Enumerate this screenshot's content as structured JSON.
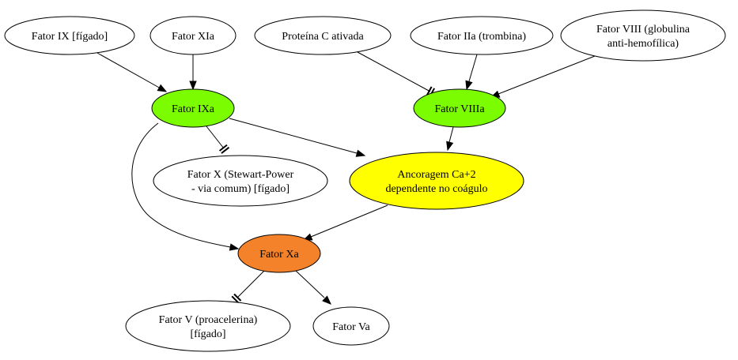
{
  "nodes": {
    "fator_ix": {
      "lines": [
        "Fator IX [fígado]"
      ],
      "fill": "#ffffff"
    },
    "fator_xia": {
      "lines": [
        "Fator XIa"
      ],
      "fill": "#ffffff"
    },
    "proteina_c": {
      "lines": [
        "Proteína C ativada"
      ],
      "fill": "#ffffff"
    },
    "fator_iia": {
      "lines": [
        "Fator IIa (trombina)"
      ],
      "fill": "#ffffff"
    },
    "fator_viii": {
      "lines": [
        "Fator VIII (globulina",
        "anti-hemofílica)"
      ],
      "fill": "#ffffff"
    },
    "fator_ixa": {
      "lines": [
        "Fator IXa"
      ],
      "fill": "#7cfc00"
    },
    "fator_viiia": {
      "lines": [
        "Fator VIIIa"
      ],
      "fill": "#7cfc00"
    },
    "fator_x": {
      "lines": [
        "Fator X (Stewart-Power",
        "- via comum) [fígado]"
      ],
      "fill": "#ffffff"
    },
    "ancoragem": {
      "lines": [
        "Ancoragem Ca+2",
        "dependente no coágulo"
      ],
      "fill": "#ffff00"
    },
    "fator_xa": {
      "lines": [
        "Fator Xa"
      ],
      "fill": "#f4822a"
    },
    "fator_v": {
      "lines": [
        "Fator V (proacelerina)",
        "[fígado]"
      ],
      "fill": "#ffffff"
    },
    "fator_va": {
      "lines": [
        "Fator Va"
      ],
      "fill": "#ffffff"
    }
  },
  "edges": [
    {
      "from": "fator_ix",
      "to": "fator_ixa",
      "type": "activates"
    },
    {
      "from": "fator_xia",
      "to": "fator_ixa",
      "type": "activates"
    },
    {
      "from": "proteina_c",
      "to": "fator_viiia",
      "type": "inhibits"
    },
    {
      "from": "fator_iia",
      "to": "fator_viiia",
      "type": "activates"
    },
    {
      "from": "fator_viii",
      "to": "fator_viiia",
      "type": "activates"
    },
    {
      "from": "fator_ixa",
      "to": "fator_x",
      "type": "inhibits"
    },
    {
      "from": "fator_ixa",
      "to": "ancoragem",
      "type": "activates"
    },
    {
      "from": "fator_ixa",
      "to": "fator_xa",
      "type": "activates"
    },
    {
      "from": "fator_viiia",
      "to": "ancoragem",
      "type": "activates"
    },
    {
      "from": "ancoragem",
      "to": "fator_xa",
      "type": "activates"
    },
    {
      "from": "fator_xa",
      "to": "fator_v",
      "type": "inhibits"
    },
    {
      "from": "fator_xa",
      "to": "fator_va",
      "type": "activates"
    }
  ]
}
